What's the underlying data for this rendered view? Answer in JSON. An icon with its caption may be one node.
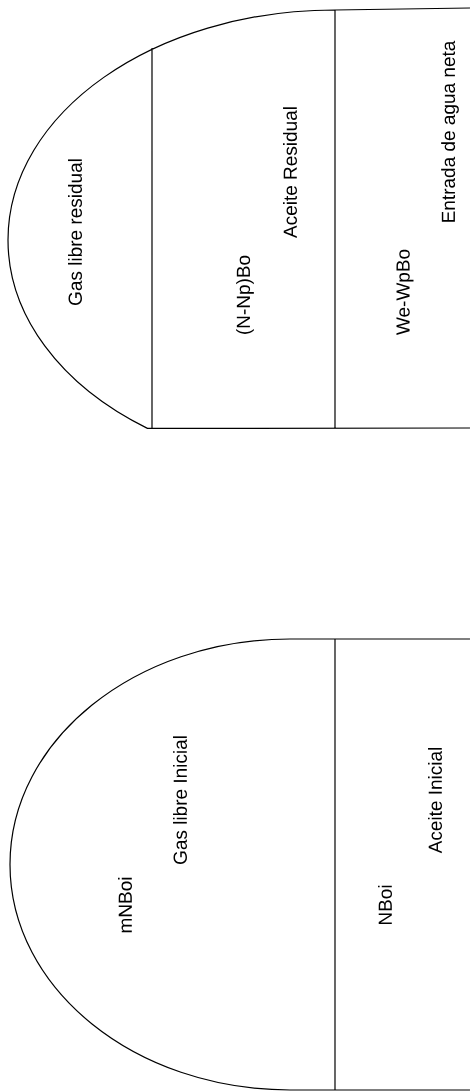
{
  "diagram": {
    "nodes": [
      {
        "text": [
          "mNBoi",
          "Gas libre Inicial"
        ]
      },
      {
        "text": [
          "NBoi",
          "Aceite Inicial"
        ]
      },
      {
        "text": [
          "Gas libre residual"
        ]
      },
      {
        "text": [
          "(N-Np)Bo",
          "Aceite Residual"
        ]
      },
      {
        "text": [
          "We-WpBo",
          "Entrada de agua neta"
        ]
      }
    ]
  }
}
